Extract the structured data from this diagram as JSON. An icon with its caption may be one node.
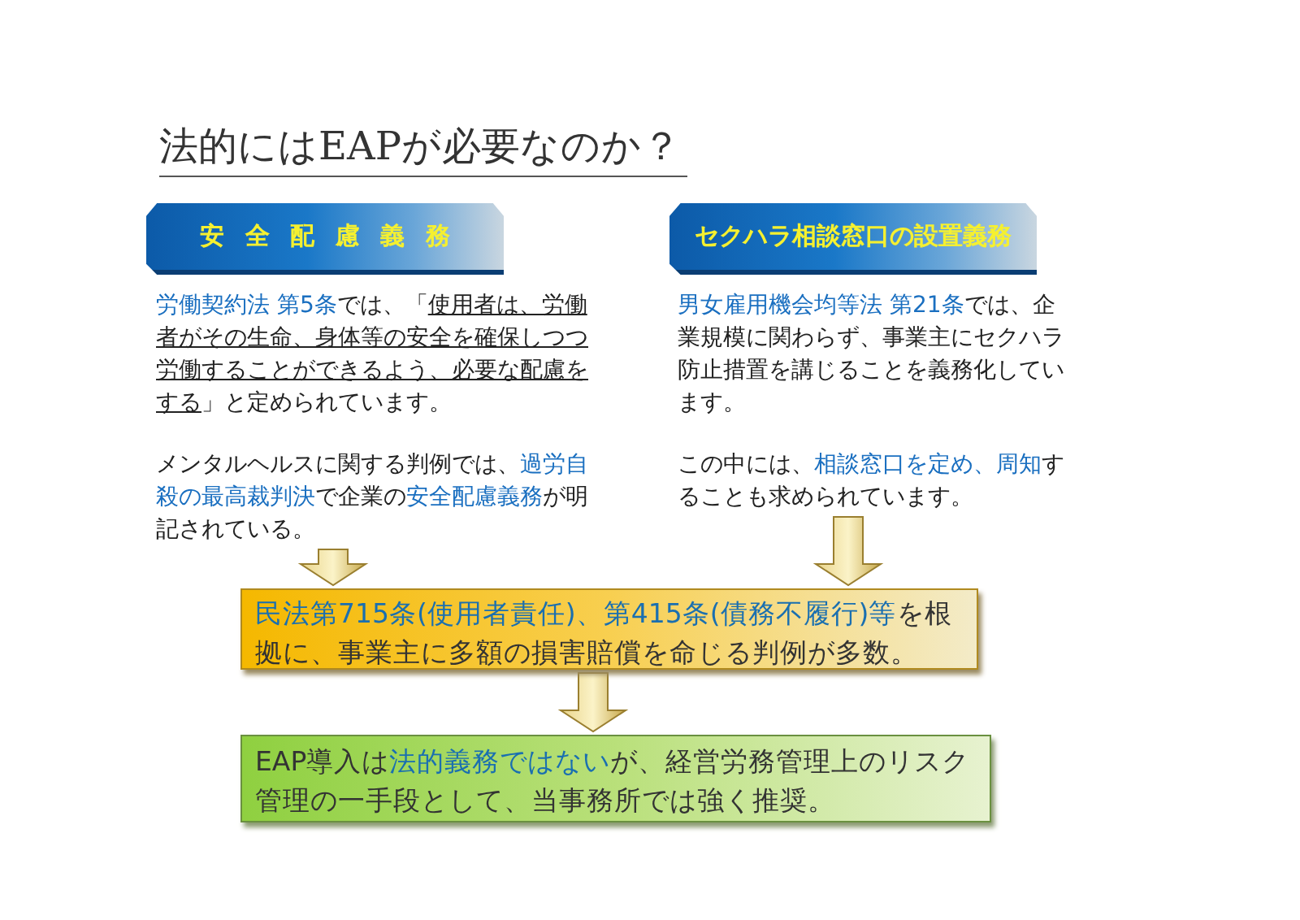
{
  "diagram": {
    "title": "法的にはEAPが必要なのか？",
    "nodes": [
      {
        "text": [
          "安全配慮義務"
        ]
      },
      {
        "text": [
          "**労働契約法 第5条**では、「*使用者は、労働者がその生命、身体等の安全を確保しつつ労働することができるよう、必要な配慮をする*」と定められています。",
          "メンタルヘルスに関する判例では、**過労自殺の最高裁判決**で企業の**安全配慮義務**が明記されている。"
        ]
      },
      {
        "text": [
          "セクハラ相談窓口の設置義務"
        ]
      },
      {
        "text": [
          "**男女雇用機会均等法 第21条**では、企業規模に関わらず、事業主にセクハラ防止措置を講じることを義務化しています。",
          "この中には、**相談窓口を定め、周知**することも求められています。"
        ]
      },
      {
        "text": [
          "**民法第715条(使用者責任)、第415条(債務不履行)等**を根拠に、事業主に多額の損害賠償を命じる判例が多数。"
        ]
      },
      {
        "text": [
          "EAP導入は**法的義務ではない**が、経営労務管理上のリスク管理の一手段として、当事務所では強く推奨。"
        ]
      }
    ],
    "edges": [
      {
        "from": 1,
        "to": 4,
        "arrow": "to"
      },
      {
        "from": 3,
        "to": 4,
        "arrow": "to"
      },
      {
        "from": 4,
        "to": 5,
        "arrow": "to"
      }
    ]
  }
}
